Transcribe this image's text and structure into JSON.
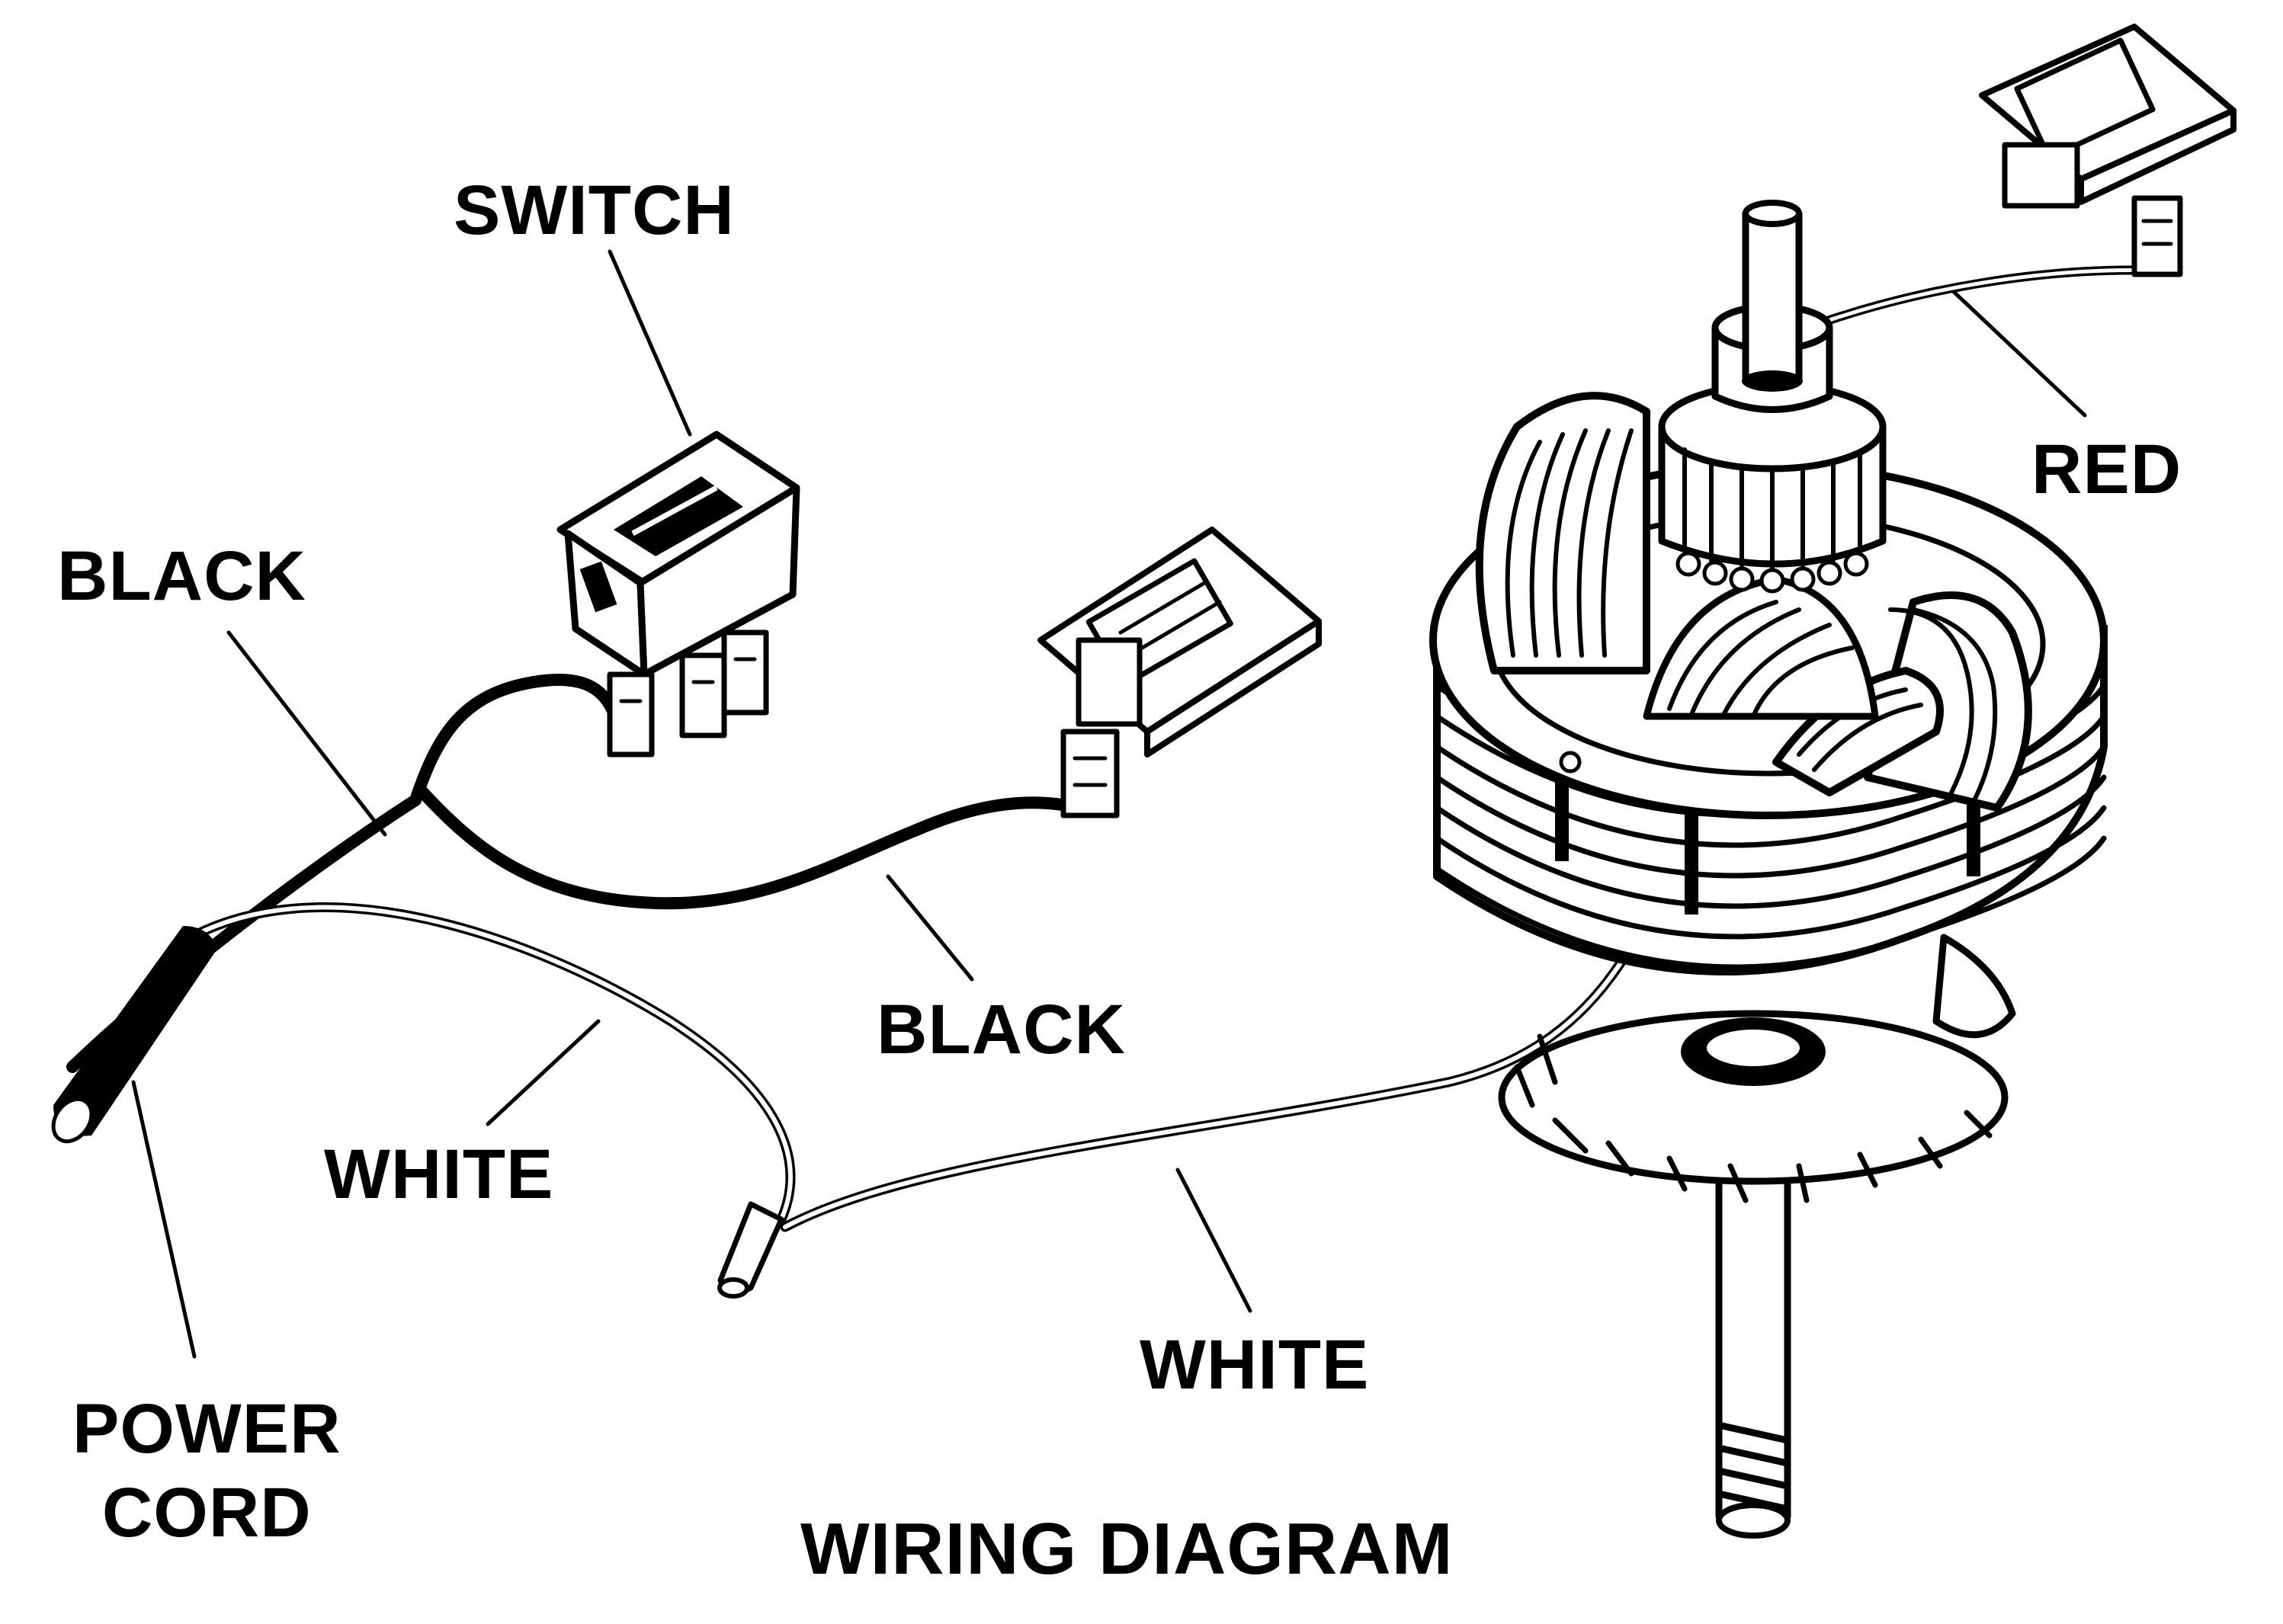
{
  "diagram": {
    "title": "WIRING DIAGRAM",
    "labels": {
      "switch": "SWITCH",
      "black_left": "BLACK",
      "black_mid": "BLACK",
      "white_left": "WHITE",
      "white_right": "WHITE",
      "red": "RED",
      "power_cord_line1": "POWER",
      "power_cord_line2": "CORD"
    }
  }
}
